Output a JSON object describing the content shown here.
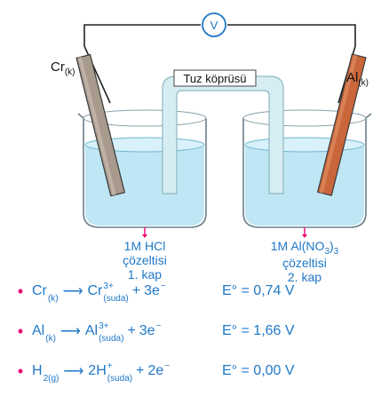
{
  "circuit": {
    "voltmeter_symbol": "V",
    "salt_bridge_label": "Tuz köprüsü"
  },
  "electrodes": {
    "left": {
      "symbol": "Cr",
      "state": "(k)"
    },
    "right": {
      "symbol": "Al",
      "state": "(k)"
    }
  },
  "solutions": {
    "left": {
      "line1": "1M HCl",
      "line2": "çözeltisi",
      "line3": "1. kap"
    },
    "right": {
      "line1_pre": "1M Al(NO",
      "line1_sub": "3",
      "line1_post": ")",
      "line1_sub2": "3",
      "line2": "çözeltisi",
      "line3": "2. kap"
    }
  },
  "colors": {
    "accent_blue": "#1f78c8",
    "bullet_magenta": "#e8006f",
    "solution_fill": "#bfe6f4",
    "chromium_electrode": "#a89a8c",
    "aluminium_electrode": "#c9673a"
  },
  "reactions": [
    {
      "reactant": "Cr",
      "reactant_sub": "(k)",
      "product": "Cr",
      "product_sup": "3+",
      "product_sub": "(suda)",
      "plus": "+",
      "electrons": "3e",
      "electron_sup": "−",
      "potential": "E° = 0,74 V"
    },
    {
      "reactant": "Al",
      "reactant_sub": "(k)",
      "product": "Al",
      "product_sup": "3+",
      "product_sub": "(suda)",
      "plus": "+",
      "electrons": "3e",
      "electron_sup": "−",
      "potential": "E° = 1,66 V"
    },
    {
      "reactant": "H",
      "reactant_sub": "2(g)",
      "product": "2H",
      "product_sup": "+",
      "product_sub": "(suda)",
      "plus": "+",
      "electrons": "2e",
      "electron_sup": "−",
      "potential": "E° = 0,00 V"
    }
  ]
}
